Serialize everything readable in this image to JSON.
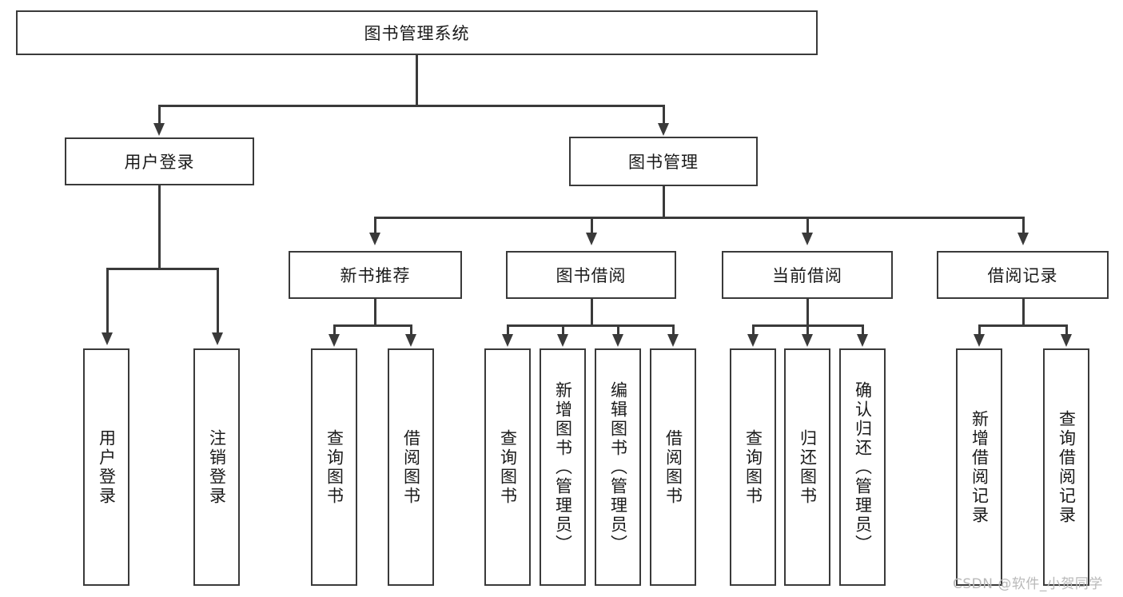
{
  "diagram": {
    "title_node": {
      "label": "图书管理系统"
    },
    "level2": [
      {
        "id": "user-login",
        "label": "用户登录"
      },
      {
        "id": "book-management",
        "label": "图书管理"
      }
    ],
    "level3": [
      {
        "id": "new-book-recommend",
        "label": "新书推荐"
      },
      {
        "id": "book-borrow",
        "label": "图书借阅"
      },
      {
        "id": "current-borrow",
        "label": "当前借阅"
      },
      {
        "id": "borrow-record",
        "label": "借阅记录"
      }
    ],
    "leaves": {
      "user_login": [
        {
          "id": "leaf-user-login",
          "label": "用户登录"
        },
        {
          "id": "leaf-logout-login",
          "label": "注销登录"
        }
      ],
      "new_book_recommend": [
        {
          "id": "leaf-query-book-1",
          "label": "查询图书"
        },
        {
          "id": "leaf-borrow-book-1",
          "label": "借阅图书"
        }
      ],
      "book_borrow": [
        {
          "id": "leaf-query-book-2",
          "label": "查询图书"
        },
        {
          "id": "leaf-add-book",
          "label": "新增图书（管理员）"
        },
        {
          "id": "leaf-edit-book",
          "label": "编辑图书（管理员）"
        },
        {
          "id": "leaf-borrow-book-2",
          "label": "借阅图书"
        }
      ],
      "current_borrow": [
        {
          "id": "leaf-query-book-3",
          "label": "查询图书"
        },
        {
          "id": "leaf-return-book",
          "label": "归还图书"
        },
        {
          "id": "leaf-confirm-return",
          "label": "确认归还（管理员）"
        }
      ],
      "borrow_record": [
        {
          "id": "leaf-add-record",
          "label": "新增借阅记录"
        },
        {
          "id": "leaf-query-record",
          "label": "查询借阅记录"
        }
      ]
    }
  },
  "watermark": {
    "text": "CSDN @软件_小贺同学"
  },
  "colors": {
    "stroke": "#3a3a3a",
    "text": "#1a1a1a",
    "background": "#ffffff",
    "watermark": "#b9b9b9"
  }
}
